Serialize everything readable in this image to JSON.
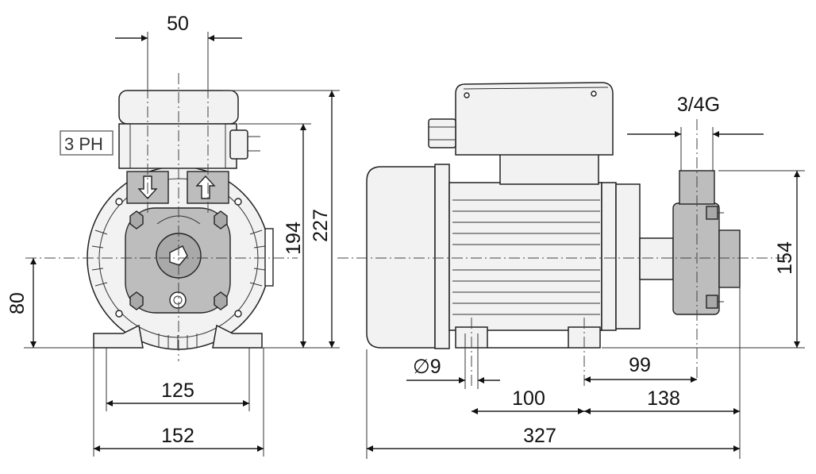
{
  "front_view": {
    "dim_top_width": "50",
    "dim_base_height": "80",
    "dim_height_body": "194",
    "dim_height_total": "227",
    "dim_foot_holes": "125",
    "dim_foot_width": "152",
    "phase_label": "3 PH"
  },
  "side_view": {
    "dim_port_thread": "3/4G",
    "dim_port_height": "154",
    "dim_hole_diameter": "∅9",
    "dim_port_offset": "99",
    "dim_foot_spacing": "100",
    "dim_foot_to_end": "138",
    "dim_total_length": "327"
  },
  "colors": {
    "line": "#222222",
    "casting_grey": "#bdbdbd",
    "body_fill": "#f2f2f2"
  }
}
